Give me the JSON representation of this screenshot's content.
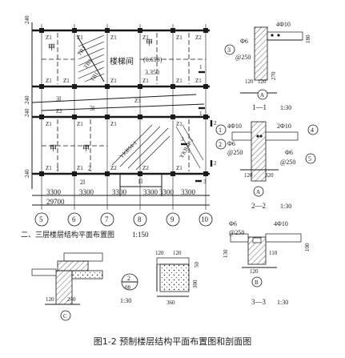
{
  "plan": {
    "room_labels_top": [
      "甲",
      "甲"
    ],
    "room_labels_bottom": [
      "甲",
      "甲"
    ],
    "stair_label": "楼梯间",
    "elev_top": "(6.650)",
    "elev_bottom": "3.350",
    "stair_beam_labels": [
      "TB3",
      "TB2",
      "TB1"
    ],
    "inclined_beam_labels": [
      "YKB54-1",
      "YKB41-1"
    ],
    "z_labels": [
      "Z1",
      "Z1",
      "Z1",
      "Z1",
      "Z1",
      "Z2",
      "Z1",
      "Z1",
      "Z1",
      "Z1",
      "Z1",
      "Z1",
      "Z2",
      "Z1",
      "Z1",
      "Z1",
      "Z1",
      "Z1",
      "Z1",
      "Z2",
      "Z2",
      "Z3",
      "Z1"
    ],
    "mid_beams": [
      "3l",
      "3l"
    ],
    "bottom_beams": [
      "2l",
      "1l"
    ],
    "bay_labels": [
      "1",
      "2",
      "2",
      "1"
    ],
    "left_dims": [
      "240",
      "240",
      "240",
      "240"
    ],
    "section_marks": [
      "1",
      "1",
      "2",
      "2",
      "3",
      "3"
    ],
    "spans": [
      "3300",
      "3300",
      "3300",
      "3300",
      "3300",
      "3300"
    ],
    "total_span": "29700",
    "axes": [
      "5",
      "6",
      "7",
      "8",
      "9",
      "10"
    ],
    "plan_title": "二、三层楼层结构平面布置图",
    "plan_scale": "1:150"
  },
  "section1": {
    "title": "1—1",
    "scale": "1:30",
    "rebar_top": "4Φ10",
    "stirrup": "Φ6",
    "stirrup_spacing": "@250",
    "dims": [
      "180",
      "120",
      "120",
      "270"
    ],
    "callout": "3",
    "axis": "A"
  },
  "section2": {
    "title": "2—2",
    "scale": "1:30",
    "rebar_left": "4Φ10",
    "rebar_right": "2Φ10",
    "stirrup": "Φ6",
    "stirrup_spacing": "@250",
    "stirrup2": "Φ6",
    "stirrup2_spacing": "@250",
    "callouts": [
      "1",
      "2",
      "4",
      "5"
    ],
    "dims": [
      "120",
      "320"
    ],
    "axis": "A"
  },
  "section3": {
    "title": "3—3",
    "scale": "1:30",
    "rebar_top": "4Φ10",
    "stirrup": "Φ6",
    "stirrup_spacing": "@250",
    "dims": [
      "130",
      "120",
      "110",
      "100"
    ],
    "axis": "B"
  },
  "detail_left": {
    "dims": [
      "120",
      "240"
    ],
    "axis": "C"
  },
  "detail_mid": {
    "ref_top": "2",
    "ref_bottom": "08",
    "scale": "1:30",
    "dims": [
      "120",
      "120",
      "50",
      "300",
      "360"
    ]
  },
  "caption": "图1-2  预制楼层结构平面布置图和剖面图"
}
